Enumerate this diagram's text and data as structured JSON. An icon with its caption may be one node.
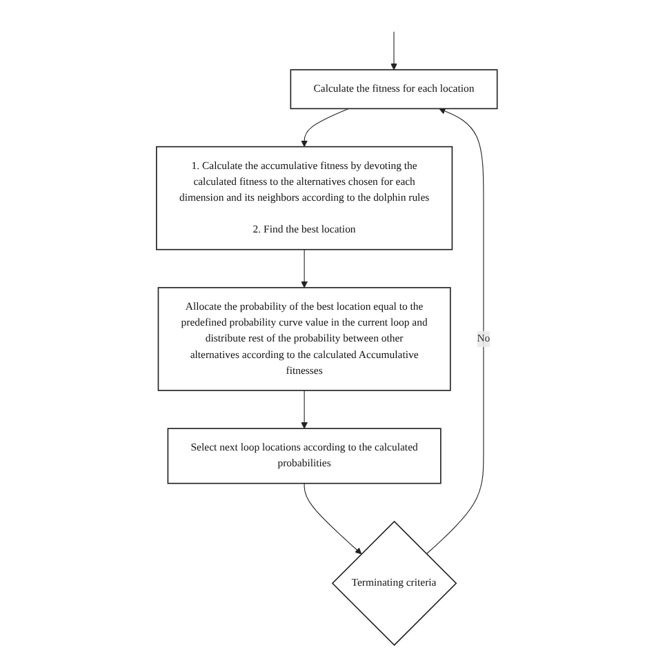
{
  "diagram": {
    "nodes": [
      {
        "text": [
          "Calculate the fitness for each location"
        ]
      },
      {
        "text": [
          "1. Calculate the accumulative fitness by devoting the calculated fitness to the alternatives chosen for each dimension and its neighbors according to the dolphin rules",
          "2. Find the best location"
        ]
      },
      {
        "text": [
          "Allocate the probability of the best location equal to the predefined probability curve value in the current loop and distribute rest of the probability between other alternatives according to the calculated Accumulative fitnesses"
        ]
      },
      {
        "text": [
          "Select next loop locations according to the calculated probabilities"
        ]
      },
      {
        "text": [
          "Terminating criteria"
        ]
      }
    ],
    "edges": [
      {
        "from": null,
        "to": 0,
        "arrow": "to"
      },
      {
        "from": 0,
        "to": 1,
        "arrow": "to"
      },
      {
        "from": 1,
        "to": 2,
        "arrow": "to"
      },
      {
        "from": 2,
        "to": 3,
        "arrow": "to"
      },
      {
        "from": 3,
        "to": 4,
        "arrow": "to"
      },
      {
        "from": 4,
        "to": 0,
        "label": "No",
        "arrow": "to"
      }
    ]
  }
}
